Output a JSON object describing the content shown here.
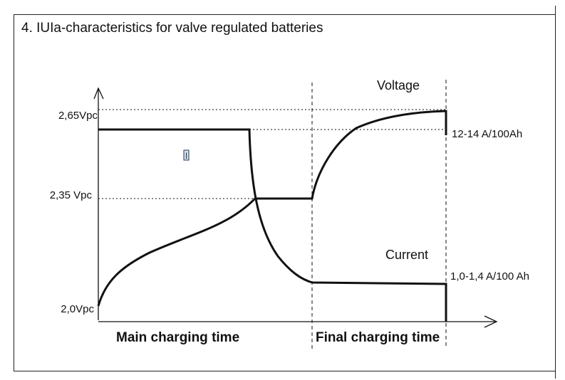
{
  "title": "4. IUIa-characteristics for valve regulated batteries",
  "diagram": {
    "y_labels": {
      "v265": "2,65Vpc",
      "v235": "2,35 Vpc",
      "v20": "2,0Vpc"
    },
    "curve_labels": {
      "voltage": "Voltage",
      "current": "Current",
      "i_marker": "I"
    },
    "right_labels": {
      "high_current": "12-14 A/100Ah",
      "low_current": "1,0-1,4 A/100 Ah"
    },
    "phase_labels": {
      "main": "Main charging time",
      "final": "Final charging time"
    },
    "colors": {
      "line": "#111111",
      "marker": "#1f3b63"
    }
  }
}
